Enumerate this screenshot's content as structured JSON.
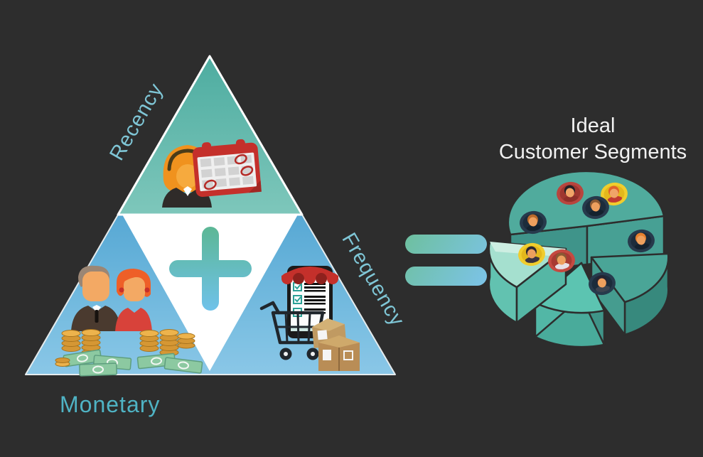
{
  "title": {
    "line1": "Ideal",
    "line2": "Customer Segments"
  },
  "labels": {
    "recency": "Recency",
    "frequency": "Frequency",
    "monetary": "Monetary"
  },
  "operators": {
    "plus": "plus-sign",
    "equals": "equals-sign"
  },
  "icons": {
    "recency_icon": "person-with-calendar",
    "monetary_icon": "couple-with-money",
    "frequency_icon": "shopping-cart-with-mobile-store-and-boxes",
    "result_icon": "segmented-3d-pie-with-customer-avatars"
  },
  "colors": {
    "background": "#2d2d2d",
    "white": "#ffffff",
    "label_blue": "#7fc6d6",
    "monetary_teal": "#4fb3c4",
    "title_text": "#f2f2f2",
    "teal_top": "#4daca0",
    "teal_bottom": "#7ec7bb",
    "blue_top": "#58abd8",
    "blue_bottom": "#8ccbeb",
    "plus_green": "#5cb795",
    "plus_blue": "#6fc2ea",
    "equals_green": "#6ec0a0",
    "equals_blue": "#7cc3e8"
  },
  "pie": {
    "visible_slices": 4,
    "slices": [
      {
        "name": "back",
        "top": "#50ab9d",
        "side_left": "#3f948a",
        "side_right": "#47a094"
      },
      {
        "name": "right",
        "top": "#4aa597",
        "wall": "#37897d",
        "cut": "#459c8f"
      },
      {
        "name": "bottom",
        "top": "#5cc4b1",
        "wall": "#49ab9b",
        "cut": "#52b7a6",
        "cut2": "#3f9488"
      },
      {
        "name": "left",
        "top": "#a5e0cf",
        "highlight": "#cdeee2",
        "wall": "#62c2b0",
        "cut": "#55b7a5"
      }
    ],
    "avatars": [
      {
        "ring": "#b8453e",
        "inner": "#9e362f",
        "hair": "#221f26",
        "skin": "#f0a468",
        "body": "#8e2f29"
      },
      {
        "ring": "#f0cd2d",
        "inner": "#e3b81c",
        "hair": "#e0612a",
        "skin": "#f0a468",
        "body": "#c23a31"
      },
      {
        "ring": "#273a4c",
        "inner": "#1c2c3b",
        "hair": "#8a5a33",
        "skin": "#eda05e",
        "body": "#14222e"
      },
      {
        "ring": "#273a4c",
        "inner": "#1c2c3b",
        "hair": "#e6802e",
        "skin": "#eda05e",
        "body": "#14222e"
      },
      {
        "ring": "#273a4c",
        "inner": "#1c2c3b",
        "hair": "#b96a2b",
        "skin": "#eda05e",
        "body": "#14222e"
      },
      {
        "ring": "#f0cd2d",
        "inner": "#e3b81c",
        "hair": "#2a2630",
        "skin": "#eda05e",
        "body": "#3a3440"
      },
      {
        "ring": "#c54a41",
        "inner": "#a83a32",
        "hair": "#8a5a33",
        "skin": "#eda05e",
        "body": "#e8e0e6"
      },
      {
        "ring": "#273a4c",
        "inner": "#1c2c3b",
        "hair": "#262330",
        "skin": "#eda05e",
        "body": "#3c4450"
      }
    ]
  }
}
